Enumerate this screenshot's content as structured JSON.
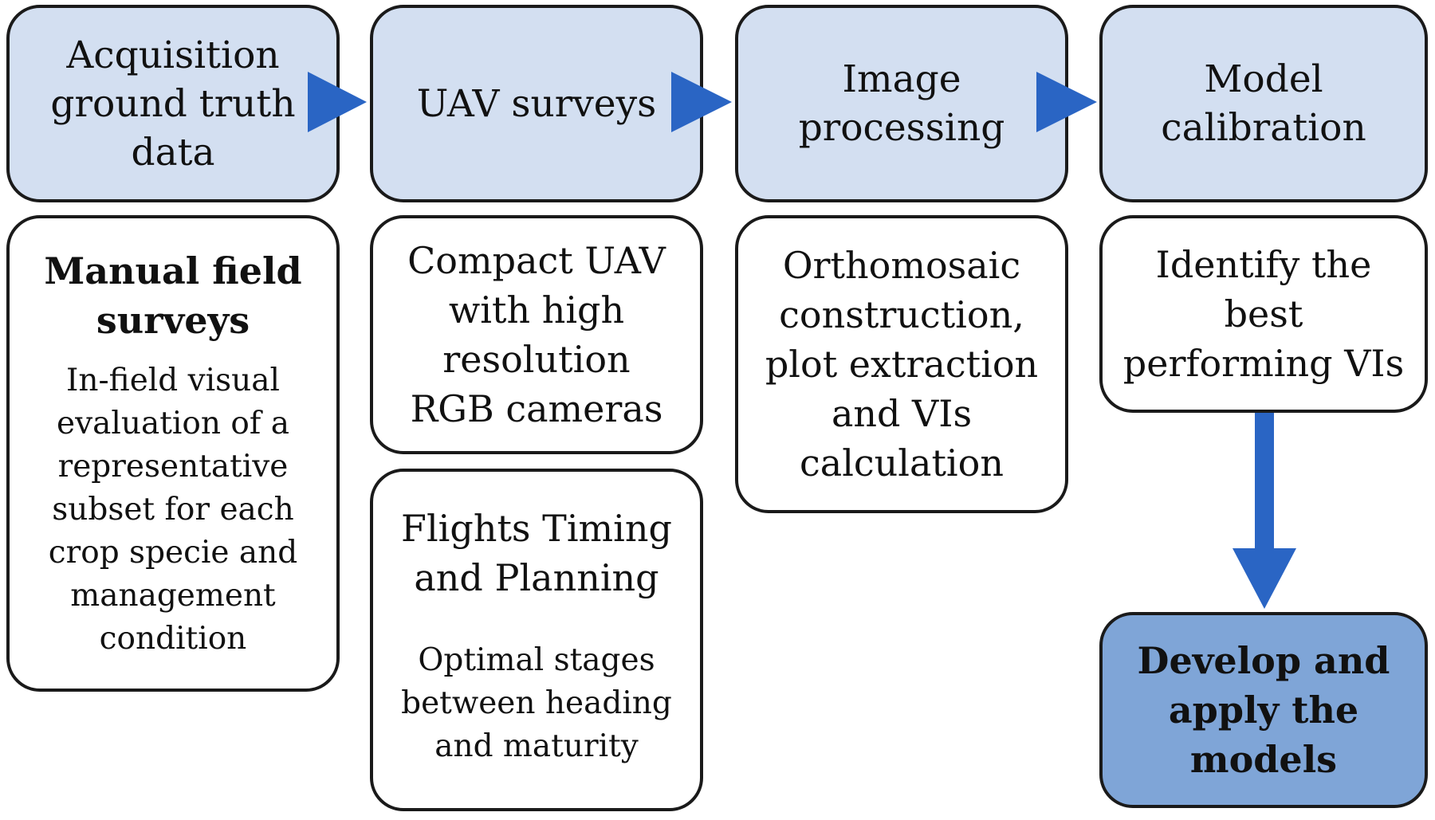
{
  "colors": {
    "header_fill": "#d3dff1",
    "final_fill": "#7fa5d7",
    "arrow": "#2a65c4",
    "border": "#1a1a1a"
  },
  "steps": [
    {
      "title": "Acquisition\nground truth\ndata"
    },
    {
      "title": "UAV surveys"
    },
    {
      "title": "Image\nprocessing"
    },
    {
      "title": "Model\ncalibration"
    }
  ],
  "details": {
    "manual_surveys": {
      "title": "Manual field\nsurveys",
      "text": "In-field visual\nevaluation of a\nrepresentative\nsubset for each\ncrop specie and\nmanagement\ncondition"
    },
    "uav_platform": {
      "text": "Compact UAV\nwith high\nresolution\nRGB cameras"
    },
    "flight_planning": {
      "title": "Flights Timing\nand Planning",
      "text": "Optimal stages\nbetween heading\nand maturity"
    },
    "processing": {
      "text": "Orthomosaic\nconstruction,\nplot extraction\nand VIs\ncalculation"
    },
    "calibration": {
      "text": "Identify the\nbest\nperforming VIs"
    },
    "final": {
      "text": "Develop and\napply the\nmodels"
    }
  }
}
